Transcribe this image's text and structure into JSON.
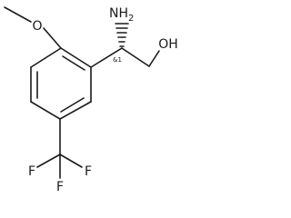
{
  "molecule": {
    "atom_labels": {
      "methoxy_oxygen": "O",
      "amine": "NH",
      "amine_subscript": "2",
      "hydroxyl": "OH",
      "fluorine_left": "F",
      "fluorine_bottom": "F",
      "fluorine_right": "F"
    },
    "stereo_label": "&1"
  }
}
